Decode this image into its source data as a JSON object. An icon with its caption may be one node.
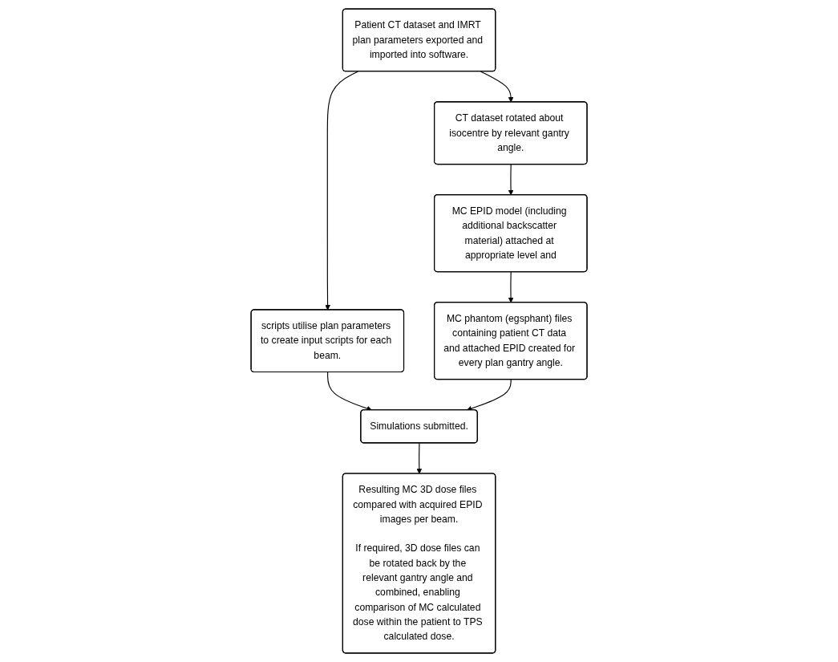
{
  "diagram": {
    "nodes": [
      {
        "text": [
          "Patient CT dataset and IMRT plan parameters exported and imported into software."
        ]
      },
      {
        "text": [
          "CT dataset rotated about isocentre by relevant gantry angle."
        ]
      },
      {
        "text": [
          "MC EPID model (including additional backscatter material) attached at appropriate level and"
        ]
      },
      {
        "text": [
          "scripts utilise plan parameters to create input scripts for each beam."
        ]
      },
      {
        "text": [
          "Simulations submitted."
        ]
      },
      {
        "text": [
          "MC phantom (egsphant) files containing patient CT data and attached EPID created for every plan gantry angle."
        ]
      },
      {
        "text": [
          "Resulting MC 3D dose files compared with acquired EPID images per beam.",
          "If required, 3D dose files can be rotated back by the relevant gantry angle and combined, enabling comparison of MC calculated dose within the patient to TPS calculated dose."
        ]
      }
    ],
    "edges": [
      {
        "from": 0,
        "to": 1,
        "arrow": "to"
      },
      {
        "from": 1,
        "to": 2,
        "arrow": "to"
      },
      {
        "from": 2,
        "to": 5,
        "arrow": "to"
      },
      {
        "from": 0,
        "to": 3,
        "arrow": "to"
      },
      {
        "from": 3,
        "to": 4,
        "arrow": "to"
      },
      {
        "from": 5,
        "to": 4,
        "arrow": "to"
      },
      {
        "from": 4,
        "to": 6,
        "arrow": "to"
      }
    ]
  }
}
